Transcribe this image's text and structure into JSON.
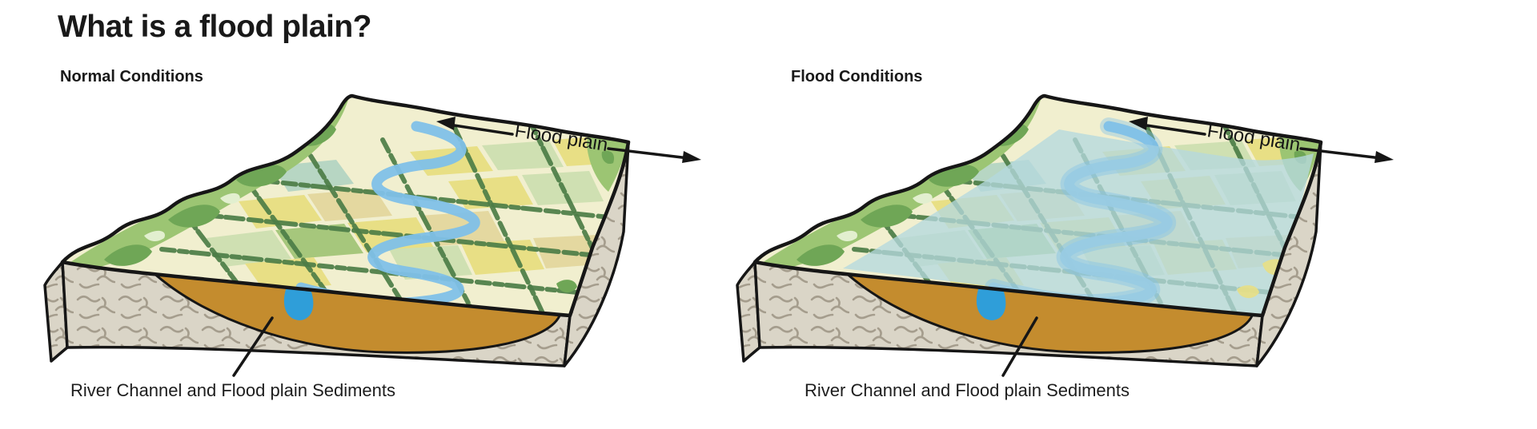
{
  "page": {
    "title": "What is a flood plain?",
    "background": "#ffffff"
  },
  "panels": {
    "normal": {
      "heading": "Normal Conditions",
      "floodplain_label": "Flood plain",
      "sediment_label": "River Channel and Flood plain Sediments",
      "condition": "normal"
    },
    "flood": {
      "heading": "Flood Conditions",
      "floodplain_label": "Flood plain",
      "sediment_label": "River Channel and Flood plain Sediments",
      "condition": "flooded"
    }
  },
  "colors": {
    "outline": "#161616",
    "rock": "#dad5c7",
    "rock_marks": "#a59d8d",
    "sediment_brown": "#c48c2e",
    "river_blue": "#7fc0e8",
    "river_deep_blue": "#2f9ed9",
    "flood_water": "#b5d9de",
    "hills_green": "#9cc573",
    "hills_dark_green": "#6fa656",
    "hedgerow_green": "#4c7d46",
    "field_base_cream": "#f1efcf",
    "field_yellow": "#e8df85",
    "field_light_green": "#cfe0b2",
    "field_tan": "#e4d8a0",
    "field_teal_green": "#b7d6c3",
    "field_medium_green": "#a6c77c",
    "text": "#1d1d1d"
  }
}
